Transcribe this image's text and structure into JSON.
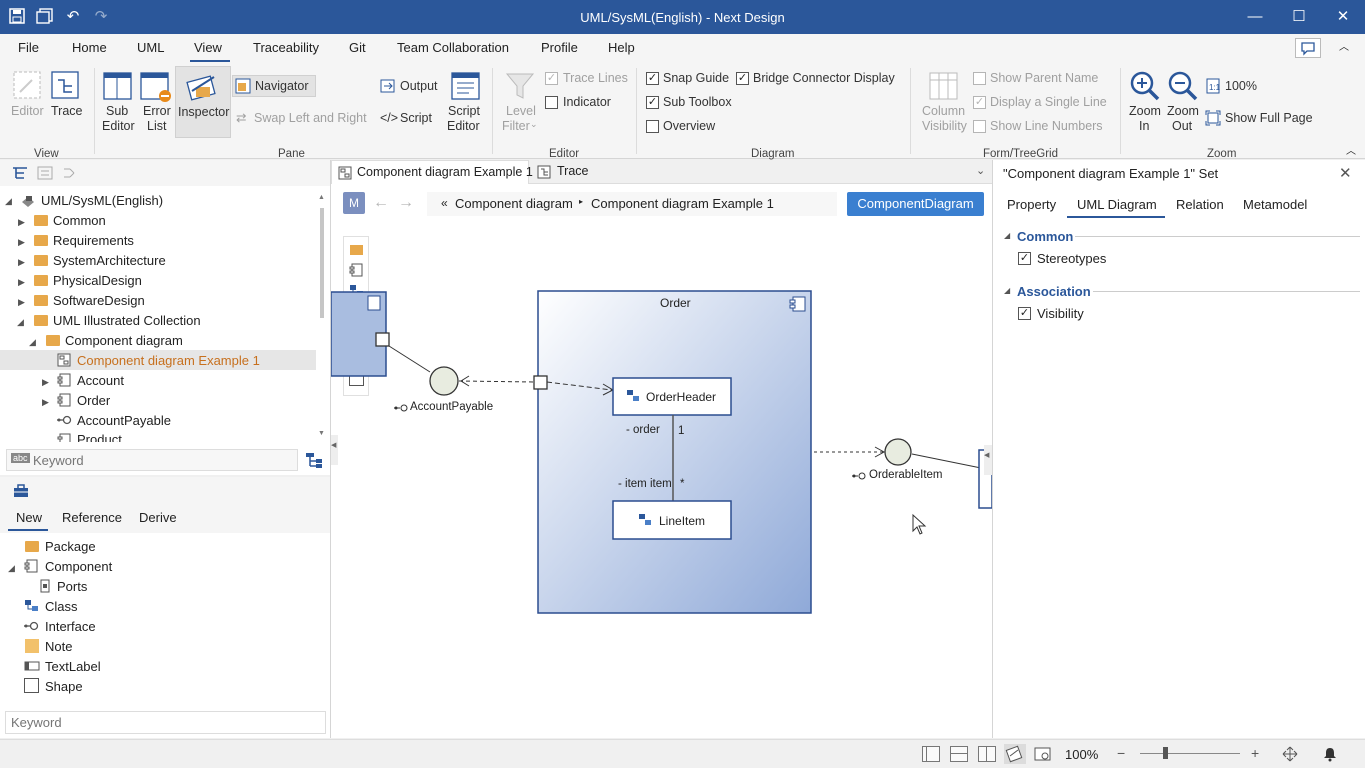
{
  "window": {
    "title": "UML/SysML(English) - Next Design",
    "minimize": "—",
    "maximize": "☐",
    "close": "✕"
  },
  "menu": [
    "File",
    "Home",
    "UML",
    "View",
    "Traceability",
    "Git",
    "Team Collaboration",
    "Profile",
    "Help"
  ],
  "ribbon": {
    "view_group": {
      "label": "View",
      "editor": "Editor",
      "trace": "Trace"
    },
    "pane_group": {
      "label": "Pane",
      "sub_editor": [
        "Sub",
        "Editor"
      ],
      "error_list": [
        "Error",
        "List"
      ],
      "inspector": "Inspector",
      "navigator": "Navigator",
      "swap": "Swap Left and Right",
      "output": "Output",
      "script": "Script",
      "script_editor": [
        "Script",
        "Editor"
      ]
    },
    "editor_group": {
      "label": "Editor",
      "level_filter": [
        "Level",
        "Filter"
      ],
      "trace_lines": "Trace Lines",
      "indicator": "Indicator"
    },
    "diagram_group": {
      "label": "Diagram",
      "snap_guide": "Snap Guide",
      "bridge": "Bridge Connector Display",
      "sub_toolbox": "Sub Toolbox",
      "overview": "Overview"
    },
    "form_group": {
      "label": "Form/TreeGrid",
      "column_visibility": [
        "Column",
        "Visibility"
      ],
      "show_parent": "Show Parent Name",
      "single_line": "Display a Single Line",
      "line_numbers": "Show Line Numbers"
    },
    "zoom_group": {
      "label": "Zoom",
      "zoom_in": [
        "Zoom",
        "In"
      ],
      "zoom_out": [
        "Zoom",
        "Out"
      ],
      "percent": "100%",
      "full_page": "Show Full Page"
    }
  },
  "tree": {
    "root": "UML/SysML(English)",
    "items": [
      "Common",
      "Requirements",
      "SystemArchitecture",
      "PhysicalDesign",
      "SoftwareDesign",
      "UML Illustrated Collection",
      "Component diagram",
      "Component diagram Example 1",
      "Account",
      "Order",
      "AccountPayable",
      "Product"
    ],
    "search_placeholder": "Keyword"
  },
  "toolbox": {
    "tabs": [
      "New",
      "Reference",
      "Derive"
    ],
    "items": [
      "Package",
      "Component",
      "Ports",
      "Class",
      "Interface",
      "Note",
      "TextLabel",
      "Shape"
    ],
    "search_placeholder": "Keyword"
  },
  "editor": {
    "tabs": [
      "Component diagram Example 1",
      "Trace"
    ],
    "m_button": "M",
    "breadcrumb": [
      "Component diagram",
      "Component diagram Example 1"
    ],
    "diagram_type": "ComponentDiagram",
    "diagram": {
      "order_title": "Order",
      "order_header": "OrderHeader",
      "line_item": "LineItem",
      "role_order": "- order",
      "mult_one": "1",
      "role_item": "- item item",
      "mult_many": "*",
      "iface_account": "AccountPayable",
      "iface_orderable": "OrderableItem"
    }
  },
  "inspector": {
    "title": "\"Component diagram Example 1\" Set",
    "tabs": [
      "Property",
      "UML Diagram",
      "Relation",
      "Metamodel"
    ],
    "sections": [
      {
        "name": "Common",
        "items": [
          "Stereotypes"
        ]
      },
      {
        "name": "Association",
        "items": [
          "Visibility"
        ]
      }
    ]
  },
  "status": {
    "zoom": "100%",
    "minus": "−",
    "plus": "+"
  },
  "colors": {
    "accent": "#2b579a",
    "selection": "#e6e6e6",
    "folder": "#e7a84a",
    "orange_text": "#c7701e",
    "component_fill": "#a9bde0"
  }
}
